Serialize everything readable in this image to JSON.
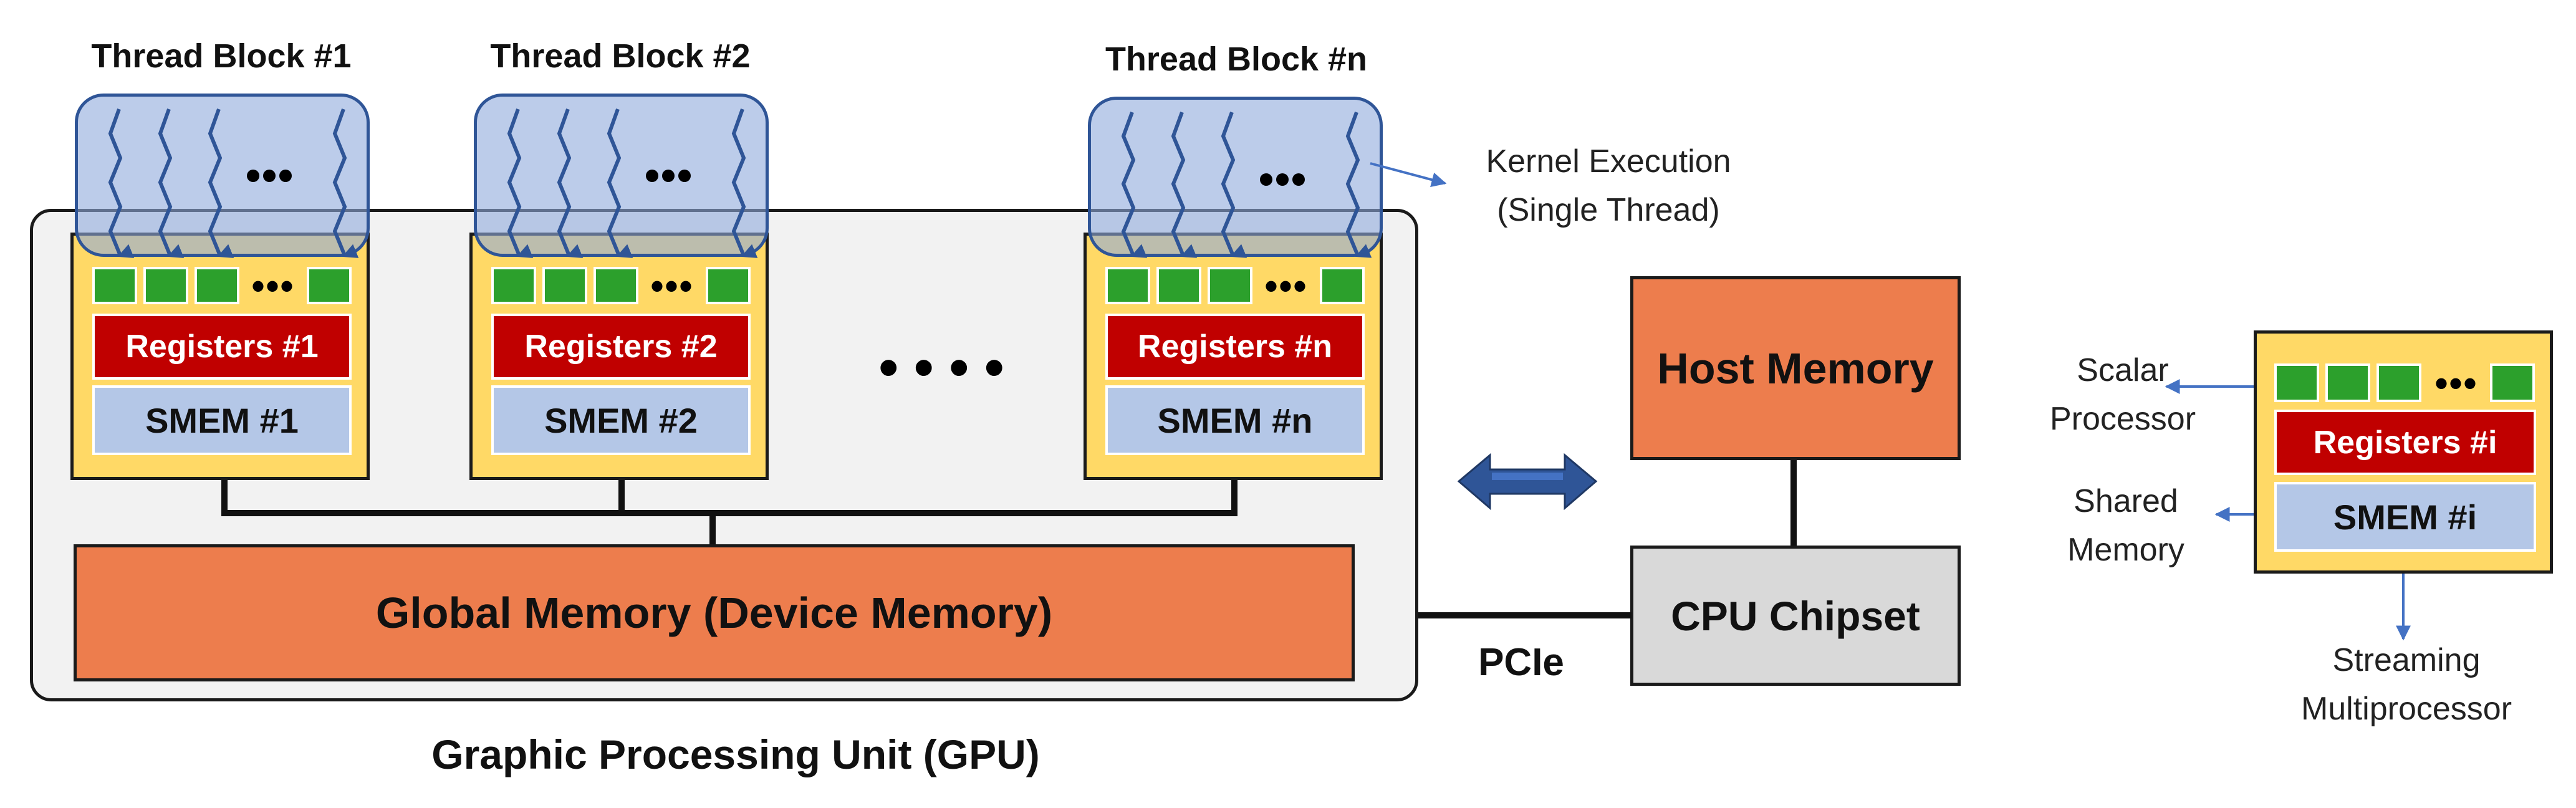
{
  "gpu": {
    "label": "Graphic Processing Unit (GPU)",
    "global_memory": "Global Memory (Device Memory)"
  },
  "thread_blocks": [
    {
      "label": "Thread Block #1",
      "registers": "Registers #1",
      "smem": "SMEM #1"
    },
    {
      "label": "Thread Block #2",
      "registers": "Registers #2",
      "smem": "SMEM #2"
    },
    {
      "label": "Thread Block #n",
      "registers": "Registers #n",
      "smem": "SMEM #n"
    }
  ],
  "ellipsis": "• • • •",
  "dots_small": "•••",
  "host": {
    "host_memory": "Host Memory",
    "cpu_chipset": "CPU Chipset",
    "pcie": "PCIe"
  },
  "annotations": {
    "kernel_execution_line1": "Kernel Execution",
    "kernel_execution_line2": "(Single Thread)"
  },
  "legend": {
    "registers": "Registers #i",
    "smem": "SMEM #i",
    "scalar_processor_line1": "Scalar",
    "scalar_processor_line2": "Processor",
    "shared_memory_line1": "Shared",
    "shared_memory_line2": "Memory",
    "streaming_mp_line1": "Streaming",
    "streaming_mp_line2": "Multiprocessor"
  },
  "colors": {
    "sm_fill": "#ffd966",
    "scalar_processor": "#2ca02c",
    "registers": "#c00000",
    "smem": "#b4c7e7",
    "memory_orange": "#ed7d4d",
    "chipset_gray": "#d9d9d9",
    "thread_box": "#8faadc",
    "arrow_blue": "#4472c4"
  }
}
